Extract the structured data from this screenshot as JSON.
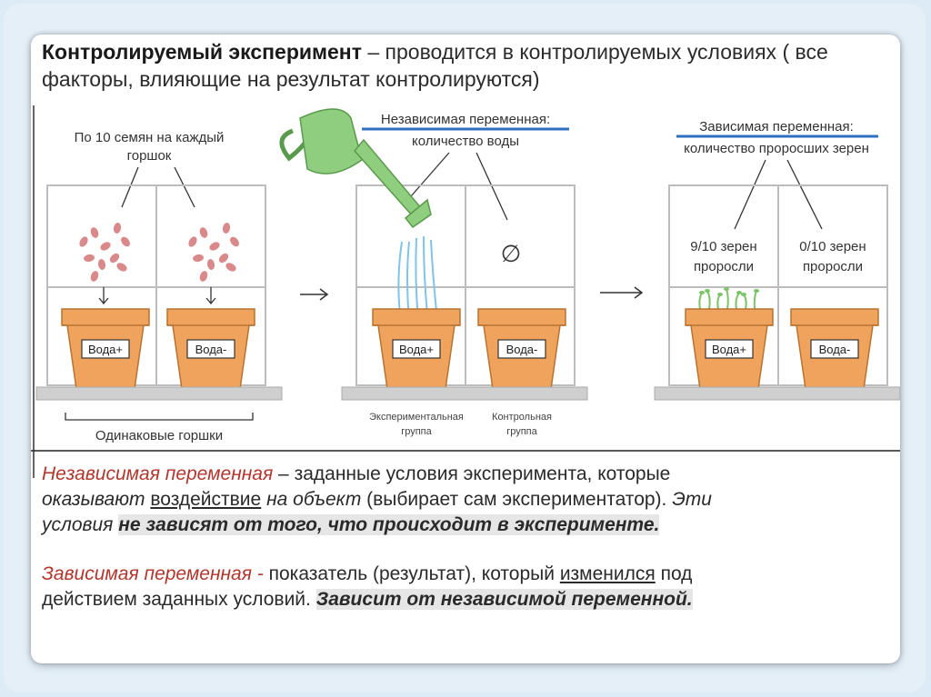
{
  "title": {
    "term": "Контролируемый эксперимент",
    "rest": " – проводится в контролируемых условиях ( все факторы, влияющие на результат контролируются)"
  },
  "diagram": {
    "seeds_label_1": "По 10 семян на каждый",
    "seeds_label_2": "горшок",
    "same_pots": "Одинаковые горшки",
    "independent_label": "Независимая переменная:",
    "water_amount": "количество воды",
    "dependent_label": "Зависимая переменная:",
    "sprouted_amount": "количество проросших зерен",
    "result_left_1": "9/10 зерен",
    "result_left_2": "проросли",
    "result_right_1": "0/10 зерен",
    "result_right_2": "проросли",
    "exp_group_1": "Экспериментальная",
    "exp_group_2": "группа",
    "ctrl_group_1": "Контрольная",
    "ctrl_group_2": "группа",
    "pot_water_plus": "Вода+",
    "pot_water_minus": "Вода-",
    "none_symbol": "∅",
    "accent_blue": "#2f6fc1",
    "pot_color": "#f0a35c",
    "can_color": "#8fce7e"
  },
  "independent": {
    "term": "Независимая переменная",
    "dash": " – ",
    "def1": "заданные условия эксперимента, которые",
    "def2a": "оказывают",
    "def2b": "воздействие",
    "def2c": "на объект",
    "def2d": " (выбирает сам экспериментатор). ",
    "def2e": "Эти",
    "def3a": "условия",
    "def3b": "не зависят от того, что происходит в эксперименте."
  },
  "dependent": {
    "term": "Зависимая переменная -",
    "def1a": " показатель (результат), который ",
    "def1b": "изменился",
    "def1c": " под",
    "def2a": "действием заданных условий. ",
    "def2b": "Зависит от независимой переменной."
  }
}
